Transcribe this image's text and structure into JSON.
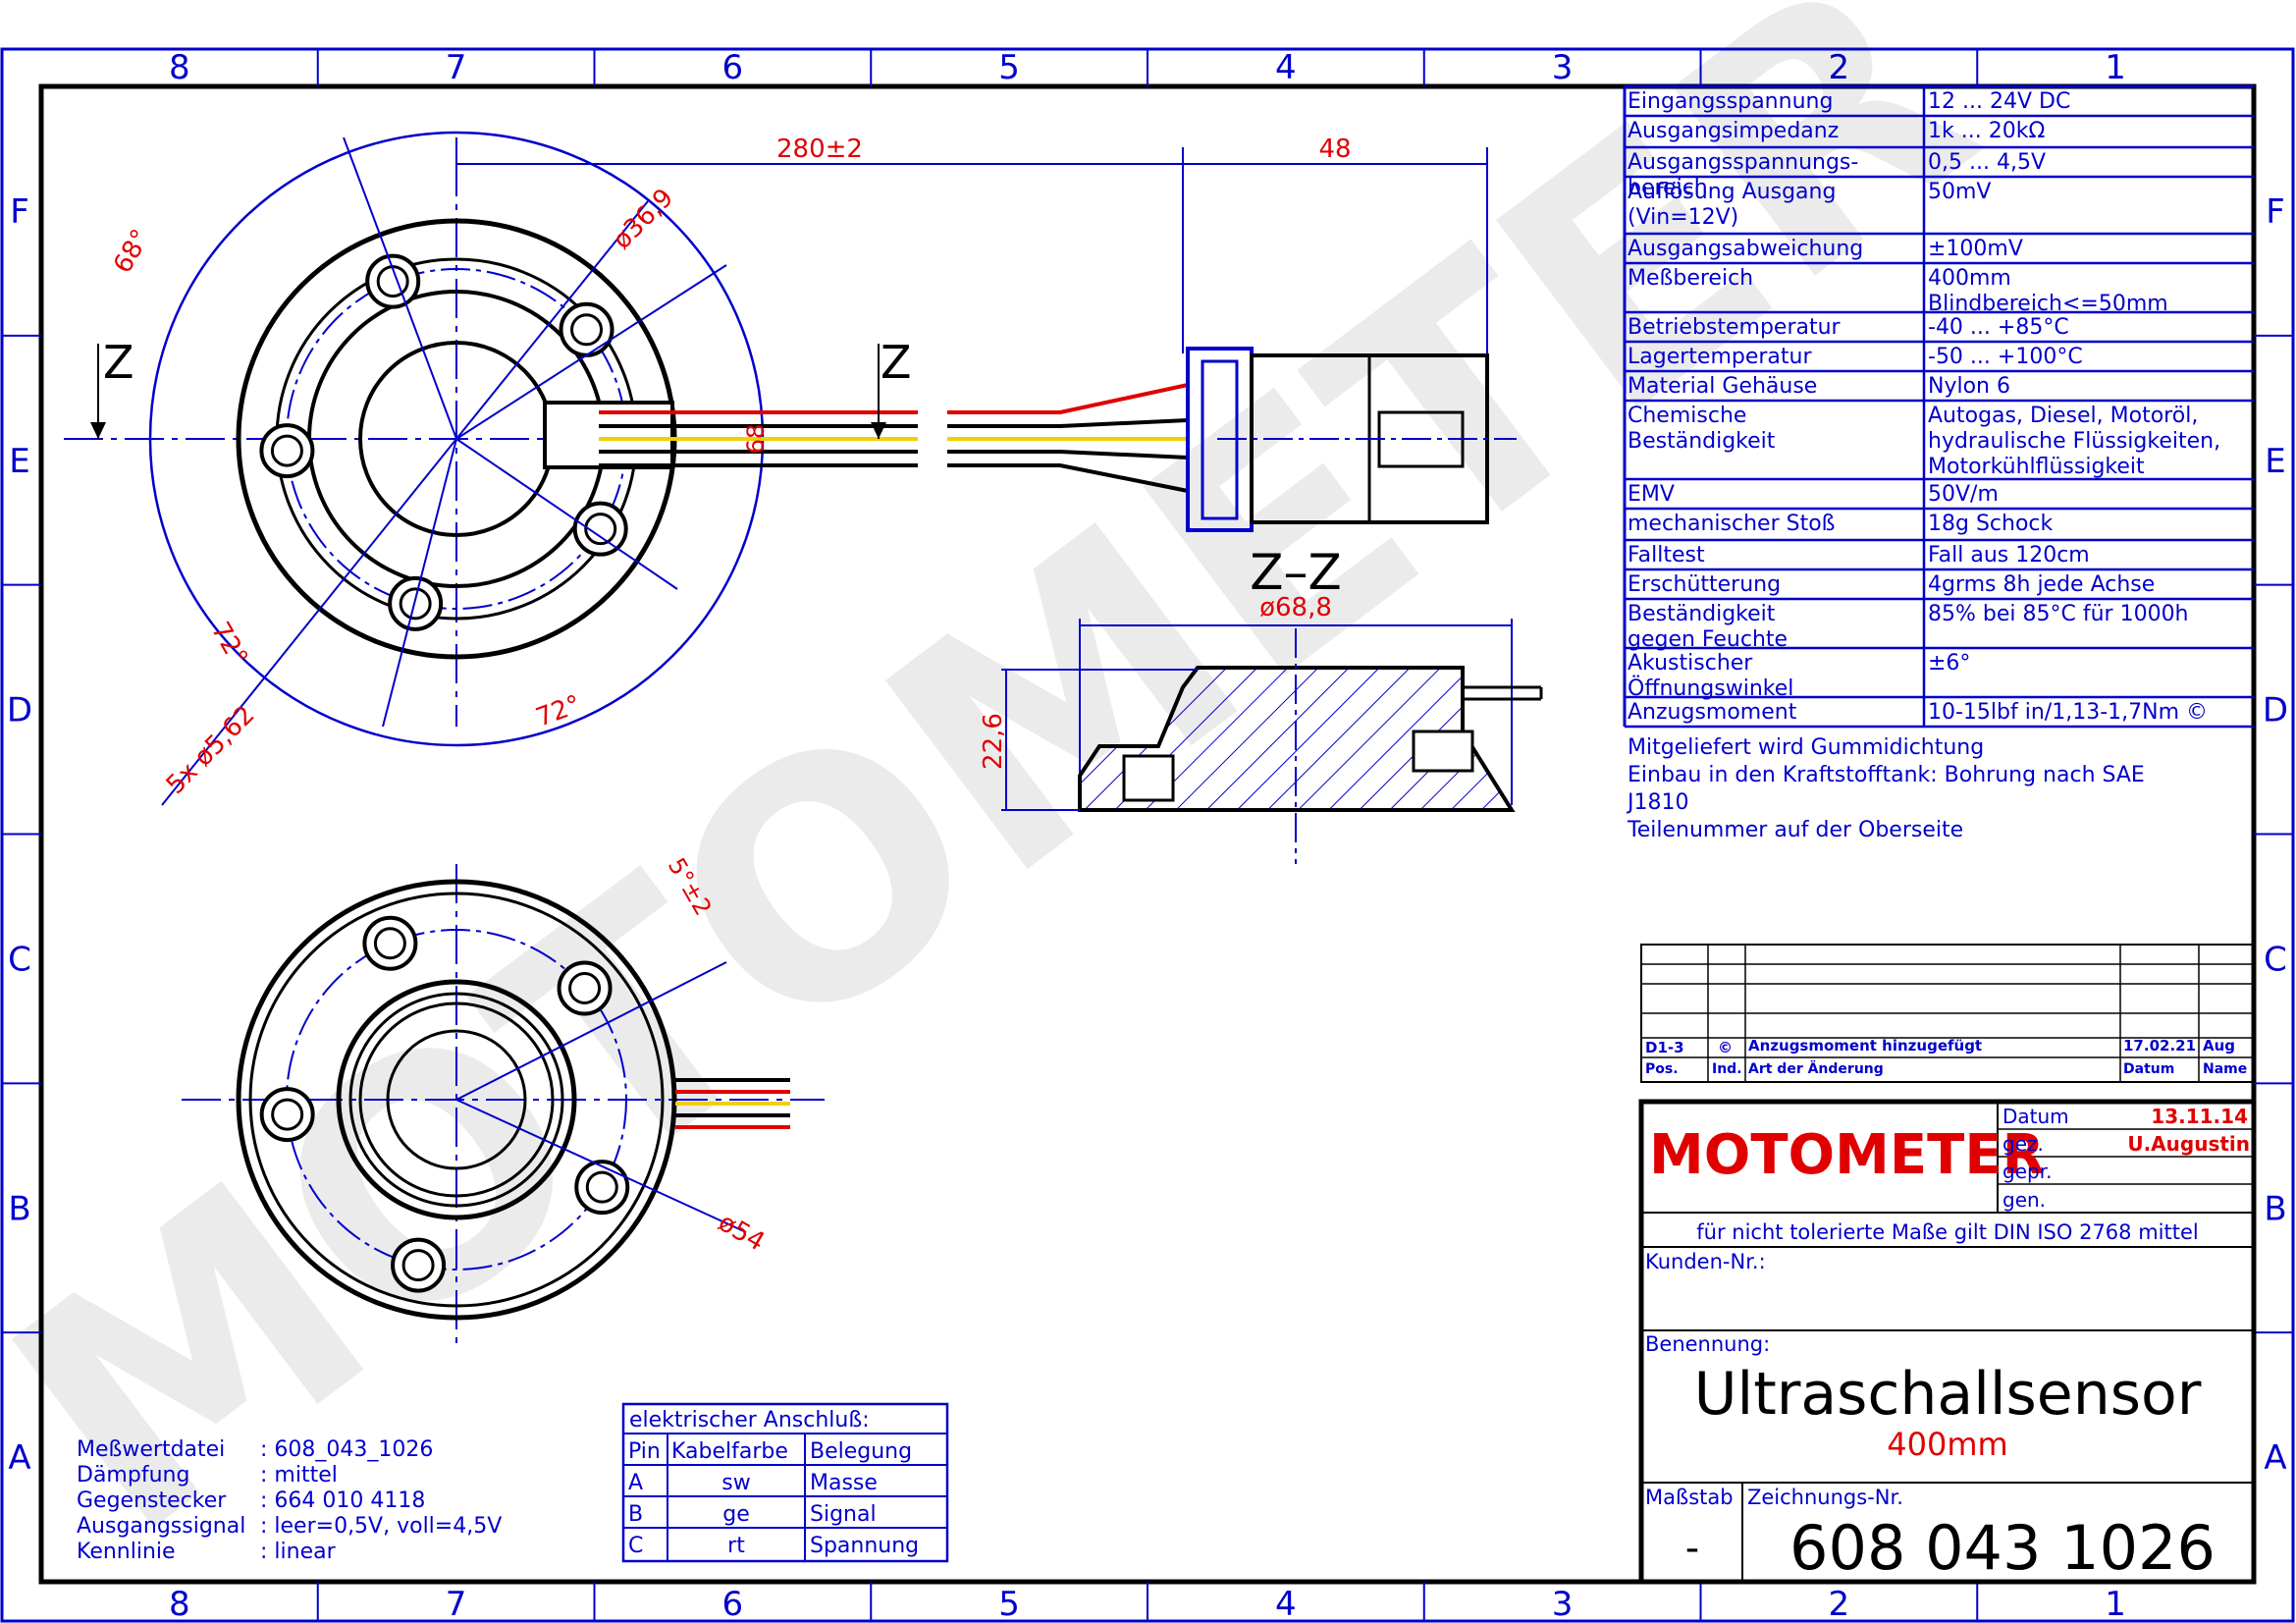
{
  "frame": {
    "columns": [
      "8",
      "7",
      "6",
      "5",
      "4",
      "3",
      "2",
      "1"
    ],
    "rows": [
      "F",
      "E",
      "D",
      "C",
      "B",
      "A"
    ]
  },
  "watermark": "MOTOMETER",
  "view_marks": {
    "z_left": "Z",
    "z_right": "Z",
    "section_title": "Z–Z"
  },
  "dimensions": {
    "cable_length": "280±2",
    "connector_length": "48",
    "d_flange_holes": "ø36,9",
    "angle_68": "68°",
    "angle_72a": "72°",
    "angle_72b": "72°",
    "holes": "5x ø5,62",
    "width_68": "68",
    "section_diameter": "ø68,8",
    "section_height": "22,6",
    "angle_5": "5°±2",
    "d_54": "ø54"
  },
  "specs": [
    {
      "label": "Eingangsspannung",
      "value": "12 ... 24V DC"
    },
    {
      "label": "Ausgangsimpedanz",
      "value": "1k ... 20kΩ"
    },
    {
      "label": "Ausgangsspannungs-\nbereich",
      "value": "0,5 ... 4,5V"
    },
    {
      "label": "Auflösung Ausgang\n(Vin=12V)",
      "value": "50mV"
    },
    {
      "label": "Ausgangsabweichung",
      "value": "±100mV"
    },
    {
      "label": "Meßbereich",
      "value": "400mm\nBlindbereich<=50mm"
    },
    {
      "label": "Betriebstemperatur",
      "value": "-40 ... +85°C"
    },
    {
      "label": "Lagertemperatur",
      "value": "-50 ... +100°C"
    },
    {
      "label": "Material Gehäuse",
      "value": "Nylon 6"
    },
    {
      "label": "Chemische\nBeständigkeit",
      "value": "Autogas, Diesel, Motoröl,\nhydraulische Flüssigkeiten,\nMotorkühlflüssigkeit"
    },
    {
      "label": "EMV",
      "value": "50V/m"
    },
    {
      "label": "mechanischer Stoß",
      "value": "18g Schock"
    },
    {
      "label": "Falltest",
      "value": "Fall aus 120cm"
    },
    {
      "label": "Erschütterung",
      "value": "4grms 8h jede Achse"
    },
    {
      "label": "Beständigkeit\ngegen Feuchte",
      "value": "85% bei 85°C für 1000h"
    },
    {
      "label": "Akustischer\nÖffnungswinkel",
      "value": "±6°"
    },
    {
      "label": "Anzugsmoment",
      "value": "10-15lbf in/1,13-1,7Nm ©"
    }
  ],
  "notes": [
    "Mitgeliefert wird            Gummidichtung",
    "Einbau in den Kraftstofftank: Bohrung nach SAE",
    "J1810",
    "Teilenummer auf der Oberseite"
  ],
  "revision": {
    "pos": "D1-3",
    "ind": "©",
    "change": "Anzugsmoment hinzugefügt",
    "date": "17.02.21",
    "name": "Aug",
    "h_pos": "Pos.",
    "h_ind": "Ind.",
    "h_change": "Art der Änderung",
    "h_date": "Datum",
    "h_name": "Name"
  },
  "titleblock": {
    "logo": "MOTOMETER",
    "datum_label": "Datum",
    "datum_value": "13.11.14",
    "gez_label": "gez.",
    "gez_value": "U.Augustin",
    "gepr_label": "gepr.",
    "gen_label": "gen.",
    "tolerance": "für nicht tolerierte Maße gilt DIN ISO 2768 mittel",
    "kunden_label": "Kunden-Nr.:",
    "benennung_label": "Benennung:",
    "title": "Ultraschallsensor",
    "subtitle": "400mm",
    "massstab_label": "Maßstab",
    "massstab_value": "-",
    "zeichnung_label": "Zeichnungs-Nr.",
    "zeichnung_value": "608 043 1026"
  },
  "info": [
    {
      "k": "Meßwertdatei",
      "v": ": 608_043_1026"
    },
    {
      "k": "Dämpfung",
      "v": ": mittel"
    },
    {
      "k": "Gegenstecker",
      "v": ": 664 010 4118"
    },
    {
      "k": "Ausgangssignal",
      "v": ": leer=0,5V, voll=4,5V"
    },
    {
      "k": "Kennlinie",
      "v": ": linear"
    }
  ],
  "connection": {
    "title": "elektrischer Anschluß:",
    "headers": [
      "Pin",
      "Kabelfarbe",
      "Belegung"
    ],
    "rows": [
      [
        "A",
        "sw",
        "Masse"
      ],
      [
        "B",
        "ge",
        "Signal"
      ],
      [
        "C",
        "rt",
        "Spannung"
      ]
    ]
  },
  "colors": {
    "frame": "#0000cc",
    "dim": "#e00000",
    "logo": "#e00000",
    "line": "#000000"
  }
}
